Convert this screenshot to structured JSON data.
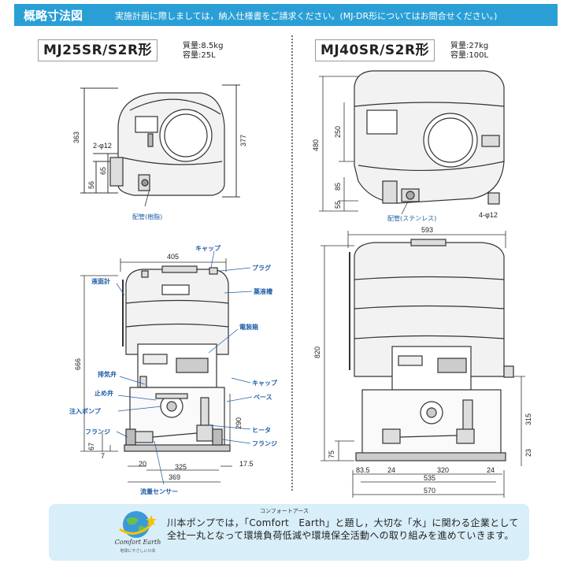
{
  "header": {
    "title": "概略寸法図",
    "note": "実施計画に際しましては，納入仕様書をご請求ください。(MJ-DR形についてはお問合せください。)"
  },
  "left": {
    "model": "MJ25SR/S2R形",
    "mass": "質量:8.5kg",
    "capacity": "容量:25L",
    "dims": {
      "height_363": "363",
      "height_377": "377",
      "phi": "2-φ12",
      "d65": "65",
      "d56": "56",
      "w405": "405",
      "h666": "666",
      "h290": "290",
      "d67": "67",
      "d7": "7",
      "w20": "20",
      "w325": "325",
      "w369": "369",
      "w175": "17.5"
    },
    "labels": {
      "piping": "配管(樹脂)",
      "cap_top": "キャップ",
      "plug": "プラグ",
      "level": "液面計",
      "tank": "薬液槽",
      "panel": "電装箱",
      "vent": "排気弁",
      "cap_side": "キャップ",
      "check": "止め弁",
      "base": "ベース",
      "pump": "注入ポンプ",
      "heater": "ヒータ",
      "flange_l": "フランジ",
      "flange_r": "フランジ",
      "flow": "流量センサー"
    }
  },
  "right": {
    "model": "MJ40SR/S2R形",
    "mass": "質量:27kg",
    "capacity": "容量:100L",
    "dims": {
      "h480": "480",
      "h250": "250",
      "d85": "85",
      "d55": "55",
      "phi": "4-φ12",
      "w593": "593",
      "h820": "820",
      "h315": "315",
      "d75": "75",
      "d23": "23",
      "w835": "83.5",
      "w24a": "24",
      "w320": "320",
      "w24b": "24",
      "w535": "535",
      "w570": "570"
    },
    "labels": {
      "piping": "配管(ステンレス)"
    }
  },
  "footer": {
    "ruby": "コンフォートアース",
    "message": "川本ポンプでは，「Comfort　Earth」と題し，大切な「水」に関わる企業として全社一丸となって環境負荷低減や環境保全活動への取り組みを進めていきます。",
    "logo_name": "Comfort Earth",
    "logo_sub": "地球にやさしい川本"
  },
  "colors": {
    "header_bg": "#2a9fd6",
    "label_blue": "#1f5fa8",
    "footer_bg": "#d8eef9"
  }
}
